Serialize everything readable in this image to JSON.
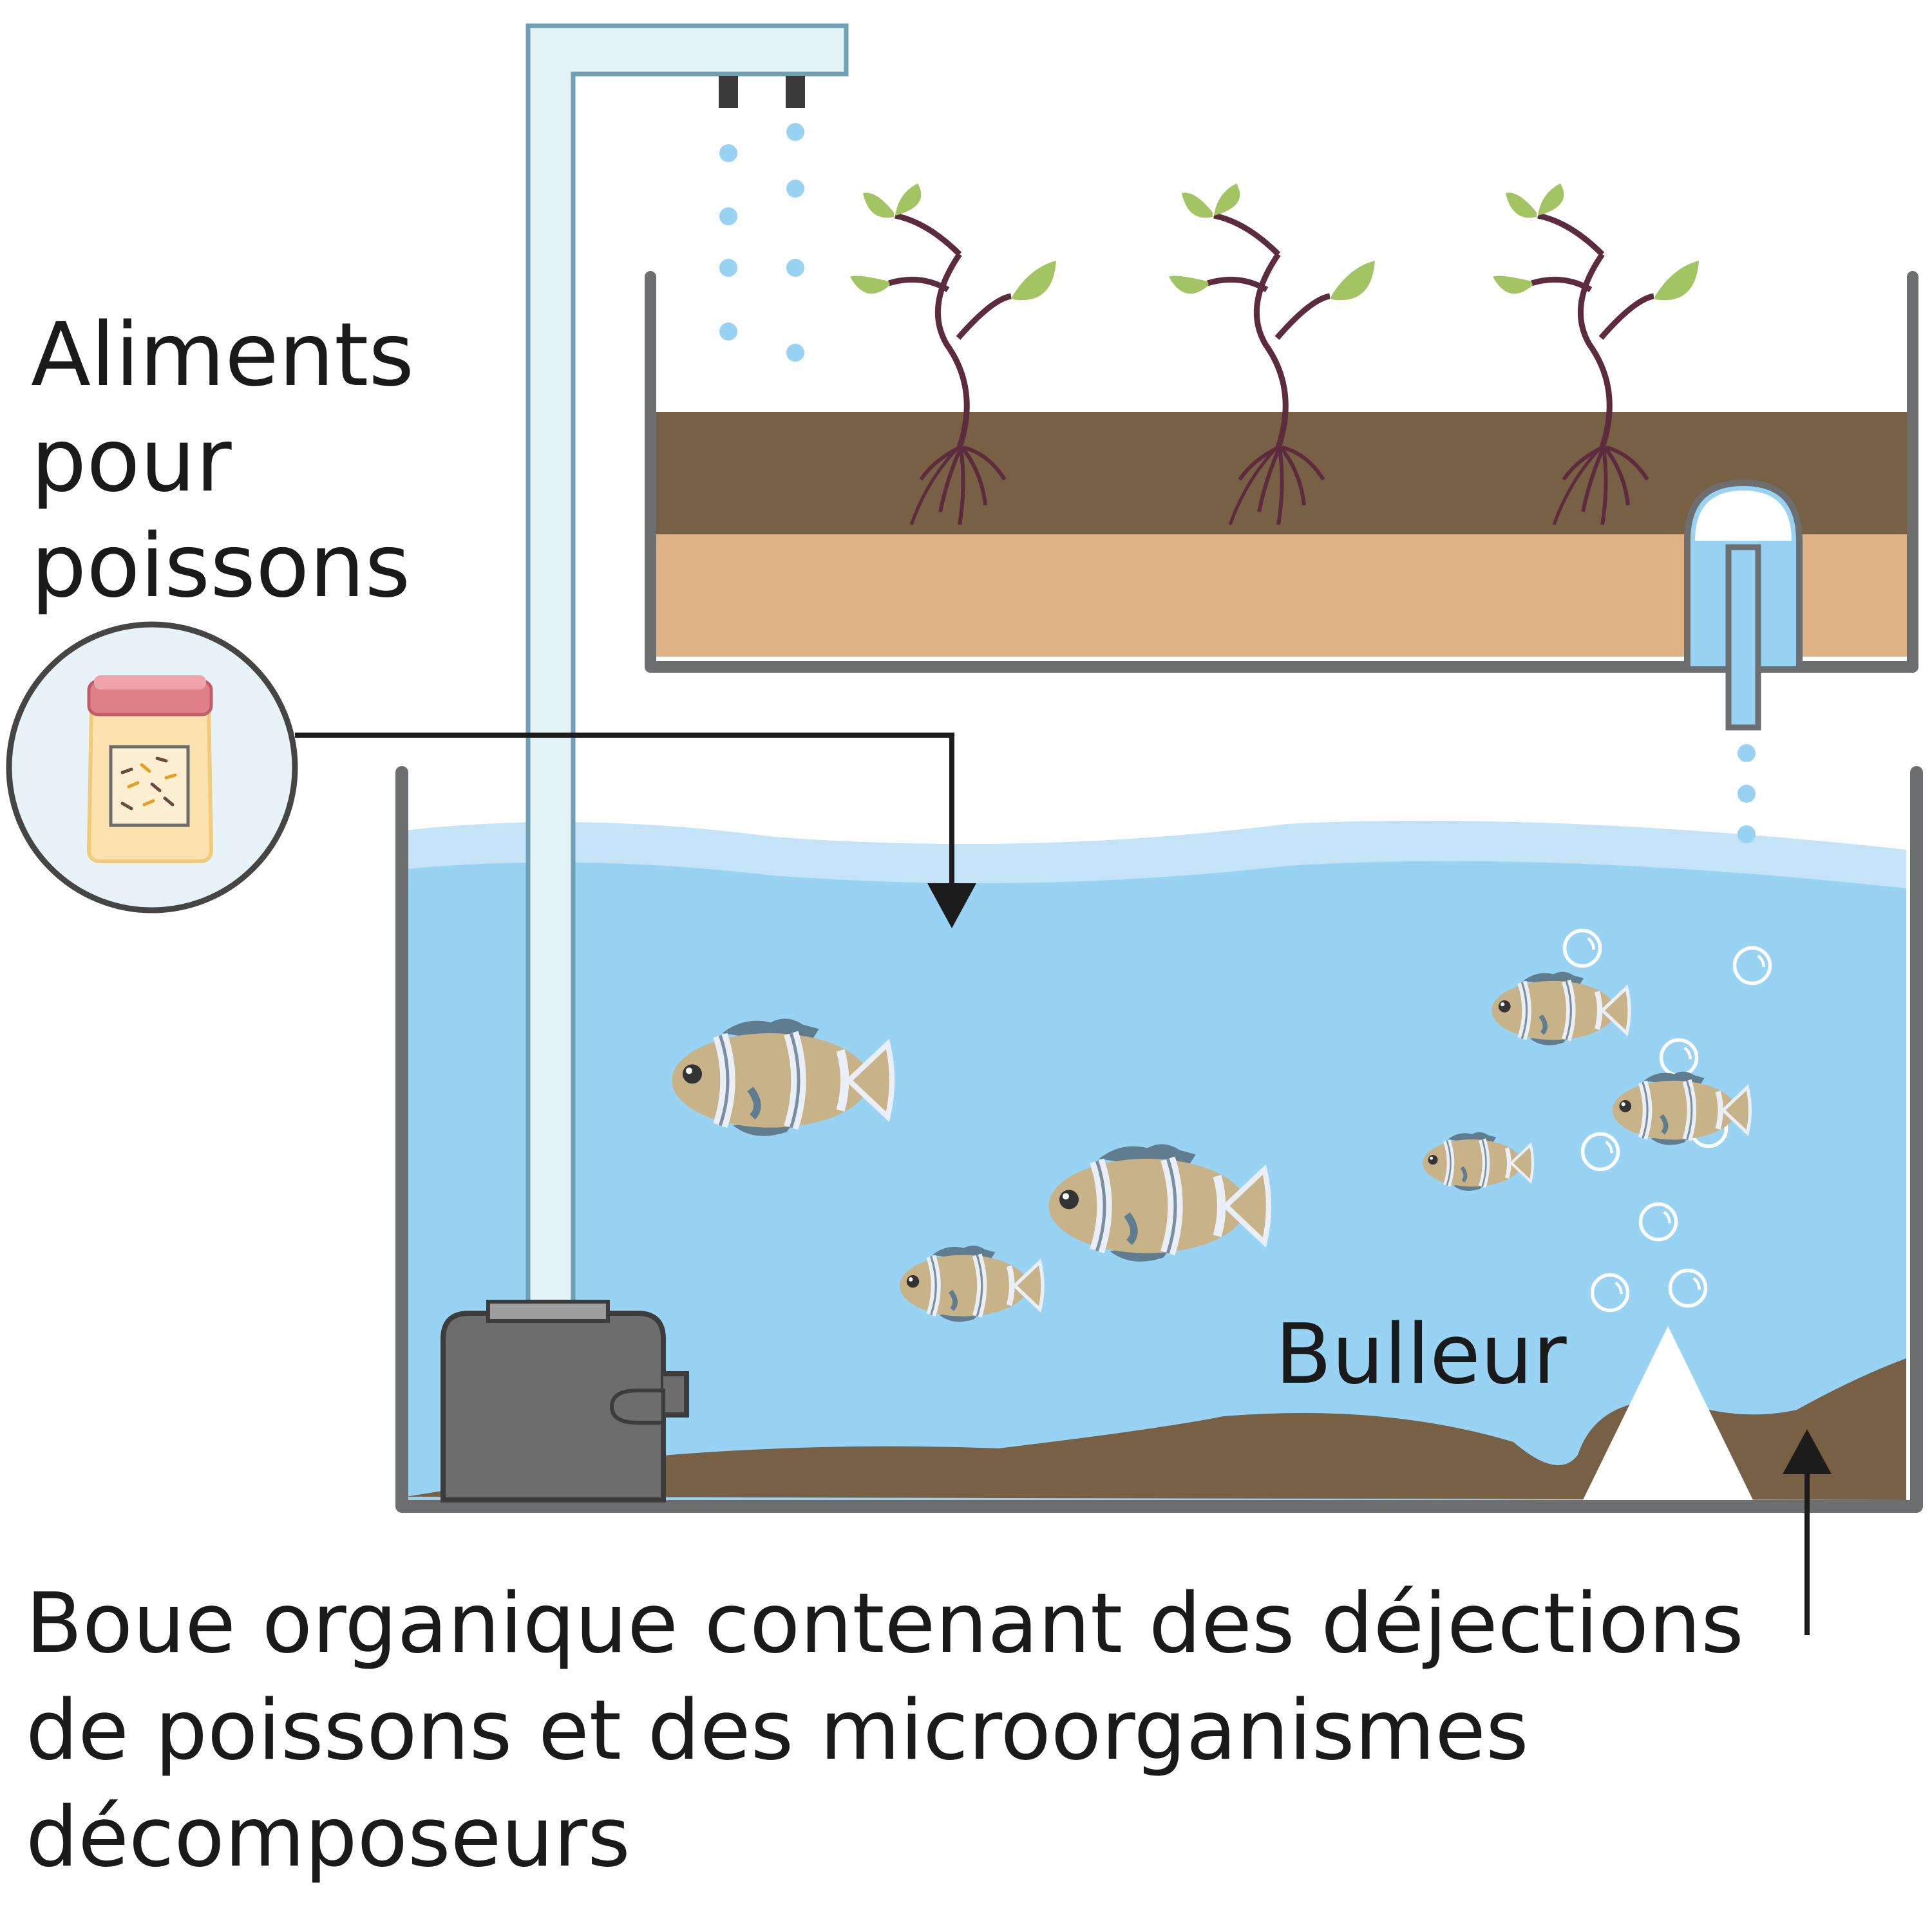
{
  "labels": {
    "fish_food": [
      "Aliments",
      "pour",
      "poissons"
    ],
    "bubbler": "Bulleur",
    "organic_sludge": [
      "Boue organique contenant des déjections",
      "de poissons et des microorganismes",
      "décomposeurs"
    ]
  },
  "colors": {
    "water": "#98d3f3",
    "water_surface": "#c4e3f6",
    "tank_frame": "#6d6e70",
    "soil_dark": "#786045",
    "soil_light": "#dfb286",
    "pipe_fill": "#e3f2f4",
    "pipe_stroke": "#6f9fb4",
    "pump": "#6d6d6d",
    "leaf": "#a3c462",
    "stem": "#5c2b3d",
    "fish_body": "#c8b388",
    "fish_stripe": "#e9eef7",
    "jar_lid": "#e2808a",
    "jar_body": "#fbe2ae",
    "arrow": "#1c1c1c"
  },
  "icons": {
    "plants": "seedling-icon",
    "fish": "clownfish-icon",
    "food_jar": "food-jar-icon",
    "pump": "water-pump-icon",
    "bubbler": "air-stone-icon",
    "bubbles": "bubble-icon",
    "drips": "water-drop-icon"
  }
}
